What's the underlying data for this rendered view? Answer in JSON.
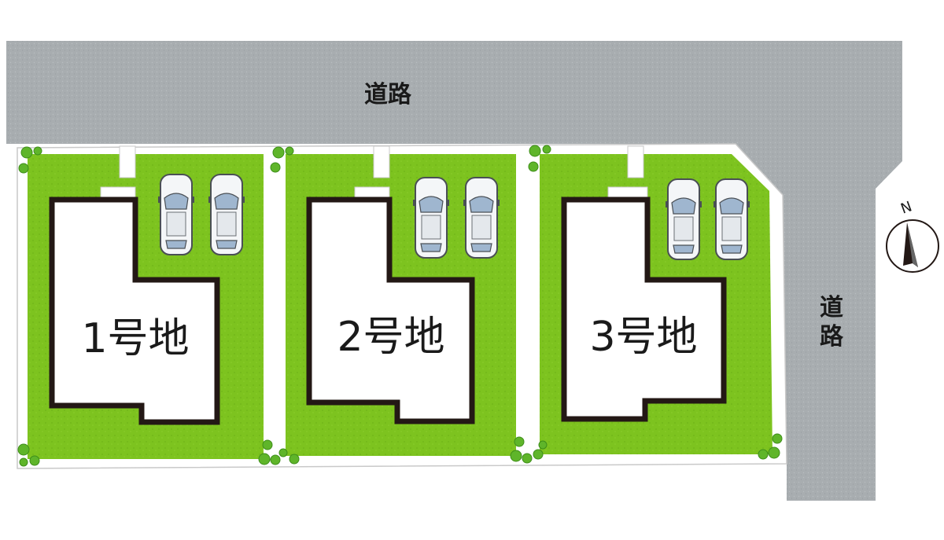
{
  "roads": {
    "top_label": "道路",
    "right_label_chars": [
      "道",
      "路"
    ]
  },
  "lots": [
    {
      "label": "1号地",
      "parking_spaces": 2
    },
    {
      "label": "2号地",
      "parking_spaces": 2
    },
    {
      "label": "3号地",
      "parking_spaces": 2
    }
  ],
  "compass": {
    "label": "N",
    "icon": "north-arrow-icon"
  },
  "colors": {
    "road": "#a8adb0",
    "lawn": "#7dc31f",
    "building_outline": "#231815",
    "building_fill": "#ffffff",
    "tree": "#5fb52a"
  }
}
